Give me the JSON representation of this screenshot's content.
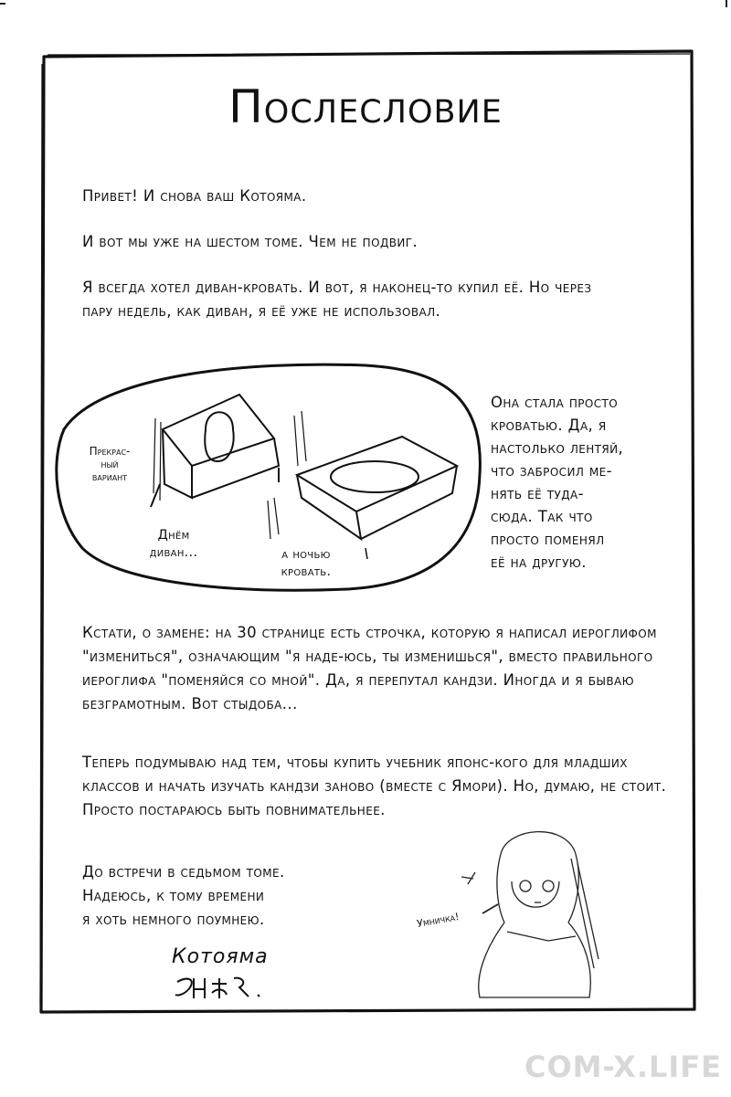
{
  "title": "Послесловие",
  "paragraphs": {
    "p1": "Привет! И снова ваш Котояма.",
    "p2": "И вот мы уже на шестом томе. Чем не подвиг.",
    "p3": "Я всегда хотел диван-кровать. И вот, я наконец-то купил её. Но через пару недель, как диван, я её уже не использовал.",
    "p4": "Кстати, о замене: на 30 странице есть строчка, которую я написал иероглифом \"измениться\", означающим \"я наде-юсь, ты изменишься\", вместо правильного иероглифа \"поменяйся со мной\". Да, я перепутал кандзи. Иногда и я бываю безграмотным. Вот стыдоба...",
    "p5": "Теперь подумываю над тем, чтобы купить учебник японс-кого для младших классов и начать изучать кандзи заново (вместе с Ямори). Но, думаю, не стоит. Просто постараюсь быть повнимательнее.",
    "p6": "До встречи в седьмом томе.\nНадеюсь, к тому времени\nя хоть немного поумнею."
  },
  "side_text": "Она стала просто\nкроватью. Да, я\nнастолько лентяй,\nчто забросил ме-\nнять её туда-\nсюда. Так что\nпросто поменял\nеё на другую.",
  "illustration": {
    "note": "Прекрас-\nный\nвариант",
    "day_caption": "Днём\nдиван...",
    "night_caption": "а ночью\nкровать."
  },
  "signature": "Котояма",
  "girl_label": "Умничка!",
  "watermark": "COM-X.LIFE"
}
